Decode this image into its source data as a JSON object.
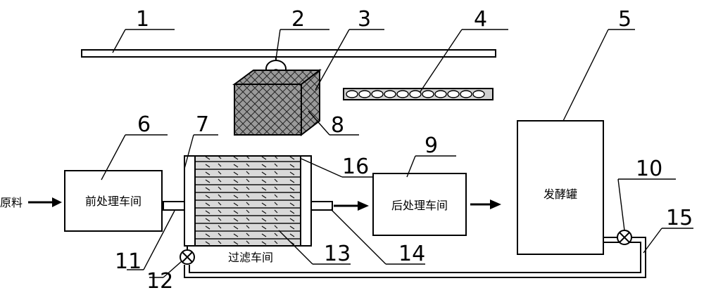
{
  "labels": {
    "raw_material": "原料",
    "pretreatment_workshop": "前处理车间",
    "filtration_workshop": "过滤车间",
    "posttreatment_workshop": "后处理车间",
    "fermentation_tank": "发酵罐"
  },
  "numbers": [
    "1",
    "2",
    "3",
    "4",
    "5",
    "6",
    "7",
    "8",
    "9",
    "10",
    "11",
    "12",
    "13",
    "14",
    "15",
    "16"
  ],
  "colors": {
    "stroke": "#000000",
    "background": "#ffffff"
  }
}
